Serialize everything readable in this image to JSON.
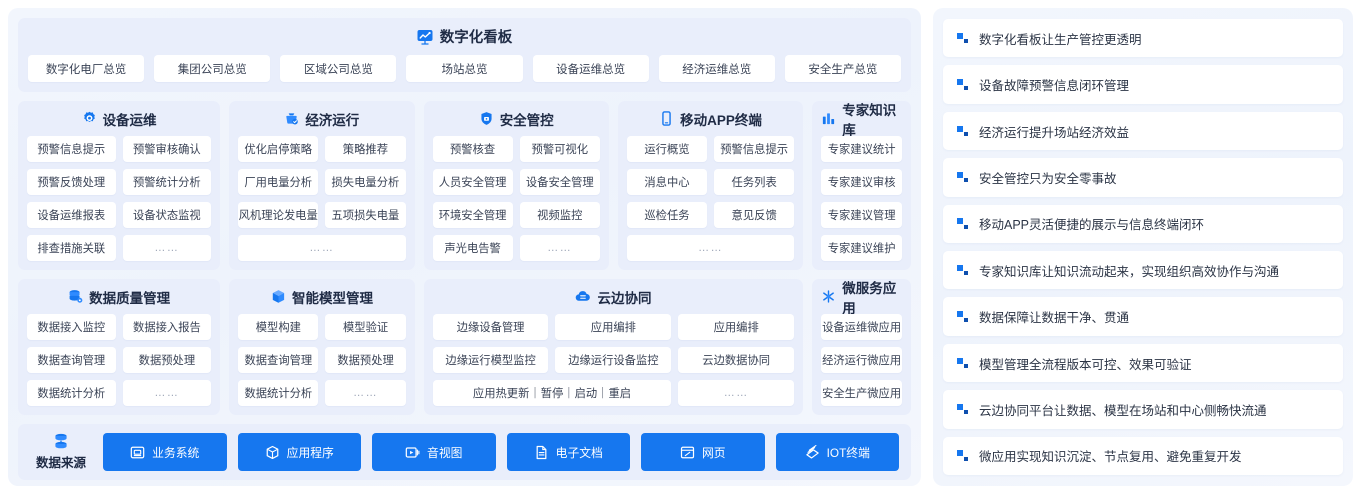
{
  "board": {
    "icon": "dashboard-chart-icon",
    "title": "数字化看板",
    "tabs": [
      {
        "label": "数字化电厂总览"
      },
      {
        "label": "集团公司总览"
      },
      {
        "label": "区域公司总览"
      },
      {
        "label": "场站总览"
      },
      {
        "label": "设备运维总览"
      },
      {
        "label": "经济运维总览"
      },
      {
        "label": "安全生产总览"
      }
    ]
  },
  "groups": {
    "device_ops": {
      "icon": "gear-icon",
      "title": "设备运维",
      "tiles": [
        "预警信息提示",
        "预警审核确认",
        "预警反馈处理",
        "预警统计分析",
        "设备运维报表",
        "设备状态监视",
        "排查措施关联",
        "……"
      ]
    },
    "economic": {
      "icon": "economy-icon",
      "title": "经济运行",
      "tiles": [
        "优化启停策略",
        "策略推荐",
        "厂用电量分析",
        "损失电量分析",
        "风机理论发电量",
        "五项损失电量",
        "……"
      ]
    },
    "safety": {
      "icon": "shield-icon",
      "title": "安全管控",
      "tiles": [
        "预警核查",
        "预警可视化",
        "人员安全管理",
        "设备安全管理",
        "环境安全管理",
        "视频监控",
        "声光电告警",
        "……"
      ]
    },
    "mobile_app": {
      "icon": "mobile-phone-icon",
      "title": "移动APP终端",
      "tiles": [
        "运行概览",
        "预警信息提示",
        "消息中心",
        "任务列表",
        "巡检任务",
        "意见反馈",
        "……"
      ]
    },
    "knowledge": {
      "icon": "bar-chart-icon",
      "title": "专家知识库",
      "tiles": [
        "专家建议统计",
        "专家建议审核",
        "专家建议管理",
        "专家建议维护"
      ]
    },
    "data_quality": {
      "icon": "database-icon",
      "title": "数据质量管理",
      "tiles": [
        "数据接入监控",
        "数据接入报告",
        "数据查询管理",
        "数据预处理",
        "数据统计分析",
        "……"
      ]
    },
    "model": {
      "icon": "cube-icon",
      "title": "智能模型管理",
      "tiles": [
        "模型构建",
        "模型验证",
        "数据查询管理",
        "数据预处理",
        "数据统计分析",
        "……"
      ]
    },
    "cloud_edge": {
      "icon": "cloud-icon",
      "title": "云边协同",
      "tiles": [
        "边缘设备管理",
        "应用编排",
        "应用编排",
        "边缘运行模型监控",
        "边缘运行设备监控",
        "云边数据协同",
        "应用热更新｜暂停｜启动｜重启",
        "……"
      ]
    },
    "microservice": {
      "icon": "microservice-icon",
      "title": "微服务应用",
      "tiles": [
        "设备运维微应用",
        "经济运行微应用",
        "安全生产微应用"
      ]
    }
  },
  "source": {
    "icon": "database-stack-icon",
    "label": "数据来源",
    "buttons": [
      {
        "icon": "business-system-icon",
        "label": "业务系统"
      },
      {
        "icon": "application-icon",
        "label": "应用程序"
      },
      {
        "icon": "media-icon",
        "label": "音视图"
      },
      {
        "icon": "document-icon",
        "label": "电子文档"
      },
      {
        "icon": "webpage-icon",
        "label": "网页"
      },
      {
        "icon": "iot-icon",
        "label": "IOT终端"
      }
    ]
  },
  "benefits": [
    "数字化看板让生产管控更透明",
    "设备故障预警信息闭环管理",
    "经济运行提升场站经济效益",
    "安全管控只为安全零事故",
    "移动APP灵活便捷的展示与信息终端闭环",
    "专家知识库让知识流动起来，实现组织高效协作与沟通",
    "数据保障让数据干净、贯通",
    "模型管理全流程版本可控、效果可验证",
    "云边协同平台让数据、模型在场站和中心侧畅快流通",
    "微应用实现知识沉淀、节点复用、避免重复开发"
  ],
  "colors": {
    "accent": "#1677ef",
    "panel": "#eef3fc",
    "card": "#e9eefb",
    "tile": "#ffffff",
    "text": "#3a4356"
  }
}
